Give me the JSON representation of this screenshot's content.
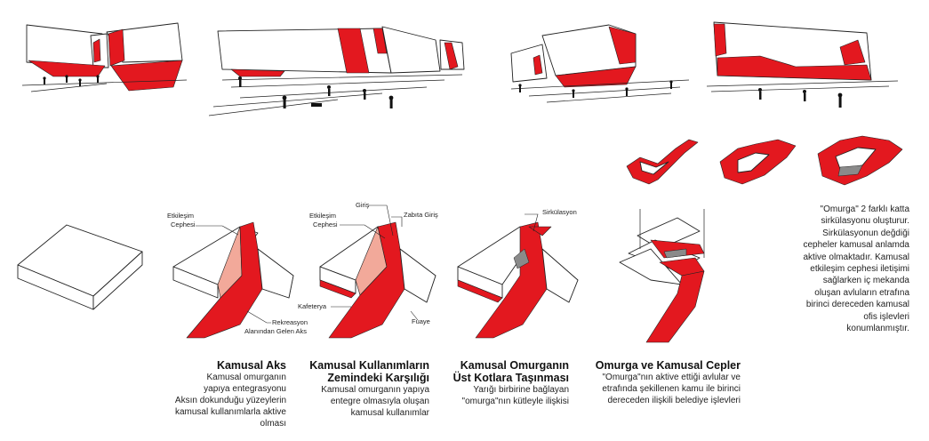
{
  "labels": {
    "etkilesim_1": "Etkileşim",
    "cephesi_1": "Cephesi",
    "rekreasyon": "Rekreasyon",
    "alanindan": "Alanından Gelen Aks",
    "etkilesim_2": "Etkileşim",
    "cephesi_2": "Cephesi",
    "giris": "Giriş",
    "zabita": "Zabıta Giriş",
    "kafeterya": "Kafeterya",
    "fuaye": "Fuaye",
    "sirkulasyon": "Sirkülasyon"
  },
  "captions": [
    {
      "title": [
        "Kamusal Aks"
      ],
      "desc": [
        "Kamusal omurganın",
        "yapıya entegrasyonu",
        "Aksın dokunduğu yüzeylerin",
        "kamusal kullanımlarla aktive",
        "olması"
      ]
    },
    {
      "title": [
        "Kamusal Kullanımların",
        "Zemindeki Karşılığı"
      ],
      "desc": [
        "Kamusal omurganın yapıya",
        "entegre olmasıyla oluşan",
        "kamusal kullanımlar"
      ]
    },
    {
      "title": [
        "Kamusal Omurganın",
        "Üst Kotlara Taşınması"
      ],
      "desc": [
        "Yarığı birbirine bağlayan",
        "\"omurga\"nın kütleyle ilişkisi"
      ]
    },
    {
      "title": [
        "Omurga ve Kamusal Cepler"
      ],
      "desc": [
        "\"Omurga\"nın aktive ettiği avlular ve",
        "etrafında şekillenen  kamu ile birinci",
        "dereceden ilişkili belediye işlevleri"
      ]
    }
  ],
  "side_text": [
    "\"Omurga\" 2 farklı katta",
    "sirkülasyonu oluşturur.",
    "Sirkülasyonun değdiği",
    "cepheler kamusal anlamda",
    "aktive olmaktadır. Kamusal",
    "etkileşim cephesi iletişimi",
    "sağlarken iç mekanda",
    "oluşan avluların etrafına",
    "birinci dereceden kamusal",
    "ofis işlevleri",
    "konumlanmıştır."
  ],
  "colors": {
    "accent_red": "#e3181f",
    "pink": "#f2a99a",
    "grey": "#8a8a8a"
  }
}
